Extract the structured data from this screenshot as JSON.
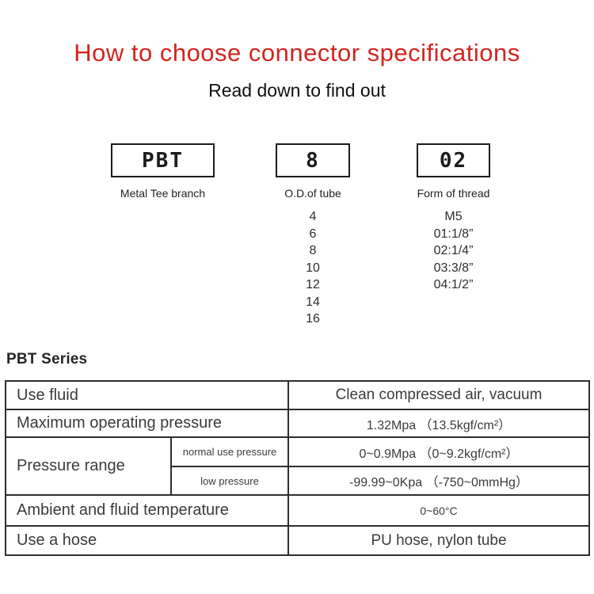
{
  "page": {
    "title": "How to choose connector specifications",
    "subtitle": "Read down to find out"
  },
  "model_code": {
    "segments": [
      {
        "code": "PBT",
        "label": "Metal Tee branch",
        "options": []
      },
      {
        "code": "8",
        "label": "O.D.of tube",
        "options": [
          "4",
          "6",
          "8",
          "10",
          "12",
          "14",
          "16"
        ]
      },
      {
        "code": "02",
        "label": "Form of thread",
        "options": [
          "M5",
          "01:1/8”",
          "02:1/4”",
          "03:3/8”",
          "04:1/2”"
        ]
      }
    ]
  },
  "series": {
    "heading": "PBT Series",
    "specs": {
      "rows": [
        {
          "label": "Use fluid",
          "value": "Clean compressed air, vacuum"
        },
        {
          "label": "Maximum operating pressure",
          "value": "1.32Mpa （13.5kgf/cm²）"
        },
        {
          "label": "Pressure range",
          "sub_label": "normal use pressure",
          "value": "0~0.9Mpa （0~9.2kgf/cm²）"
        },
        {
          "sub_label": "low pressure",
          "value": "-99.99~0Kpa （-750~0mmHg）"
        },
        {
          "label": "Ambient and fluid temperature",
          "value": "0~60°C"
        },
        {
          "label": "Use a hose",
          "value": "PU hose, nylon tube"
        }
      ]
    }
  },
  "colors": {
    "title_red": "#d2251e",
    "row_tint": "#f6efe2",
    "table_border": "#2e2e2e"
  }
}
